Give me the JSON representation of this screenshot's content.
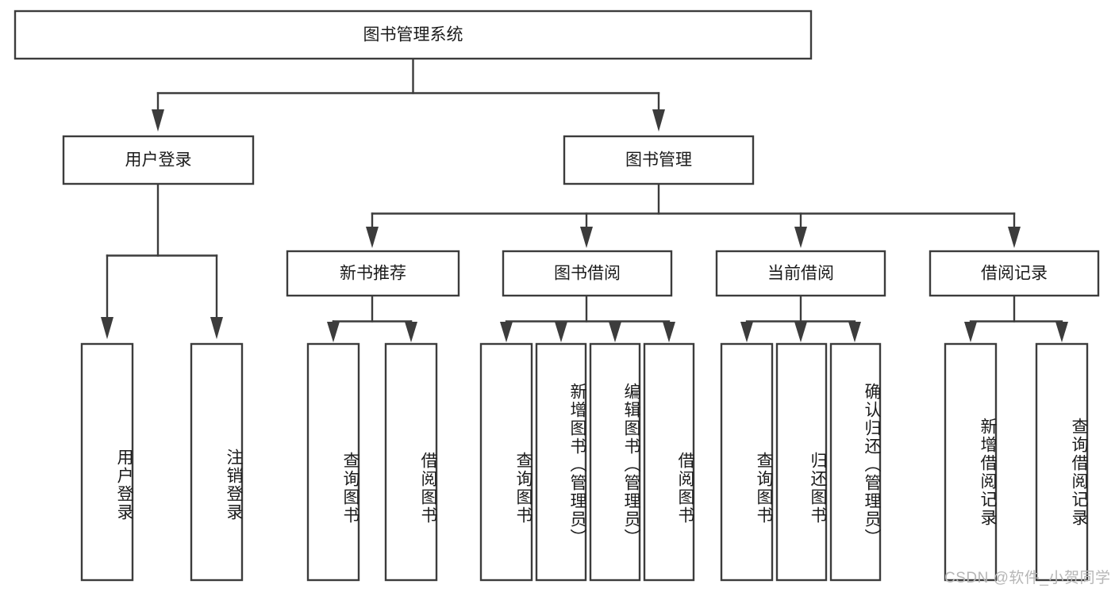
{
  "diagram": {
    "type": "tree-hierarchy",
    "title": "图书管理系统",
    "watermark": "CSDN @软件_小贺同学",
    "colors": {
      "box_stroke": "#3c3c3c",
      "box_fill": "#ffffff",
      "text": "#1b1b1b",
      "connector": "#3c3c3c",
      "watermark": "#b6b6b6",
      "background": "#ffffff"
    },
    "levels": {
      "root": {
        "label": "图书管理系统",
        "orientation": "horizontal"
      },
      "level2": [
        {
          "id": "user-login",
          "label": "用户登录",
          "orientation": "horizontal"
        },
        {
          "id": "book-manage",
          "label": "图书管理",
          "orientation": "horizontal"
        }
      ],
      "level3": [
        {
          "id": "new-book-recommend",
          "label": "新书推荐",
          "orientation": "horizontal",
          "parent": "book-manage"
        },
        {
          "id": "book-borrow",
          "label": "图书借阅",
          "orientation": "horizontal",
          "parent": "book-manage"
        },
        {
          "id": "current-borrow",
          "label": "当前借阅",
          "orientation": "horizontal",
          "parent": "book-manage"
        },
        {
          "id": "borrow-record",
          "label": "借阅记录",
          "orientation": "horizontal",
          "parent": "book-manage"
        }
      ],
      "leaves": [
        {
          "id": "leaf-user-login",
          "label": "用户登录",
          "orientation": "vertical",
          "parent": "user-login"
        },
        {
          "id": "leaf-logout-login",
          "label": "注销登录",
          "orientation": "vertical",
          "parent": "user-login"
        },
        {
          "id": "leaf-query-book-1",
          "label": "查询图书",
          "orientation": "vertical",
          "parent": "new-book-recommend"
        },
        {
          "id": "leaf-borrow-book-1",
          "label": "借阅图书",
          "orientation": "vertical",
          "parent": "new-book-recommend"
        },
        {
          "id": "leaf-query-book-2",
          "label": "查询图书",
          "orientation": "vertical",
          "parent": "book-borrow"
        },
        {
          "id": "leaf-add-book-admin",
          "label": "新增图书（管理员）",
          "orientation": "vertical",
          "parent": "book-borrow"
        },
        {
          "id": "leaf-edit-book-admin",
          "label": "编辑图书（管理员）",
          "orientation": "vertical",
          "parent": "book-borrow"
        },
        {
          "id": "leaf-borrow-book-2",
          "label": "借阅图书",
          "orientation": "vertical",
          "parent": "book-borrow"
        },
        {
          "id": "leaf-query-book-3",
          "label": "查询图书",
          "orientation": "vertical",
          "parent": "current-borrow"
        },
        {
          "id": "leaf-return-book",
          "label": "归还图书",
          "orientation": "vertical",
          "parent": "current-borrow"
        },
        {
          "id": "leaf-confirm-return-admin",
          "label": "确认归还（管理员）",
          "orientation": "vertical",
          "parent": "current-borrow"
        },
        {
          "id": "leaf-add-borrow-record",
          "label": "新增借阅记录",
          "orientation": "vertical",
          "parent": "borrow-record"
        },
        {
          "id": "leaf-query-borrow-record",
          "label": "查询借阅记录",
          "orientation": "vertical",
          "parent": "borrow-record"
        }
      ]
    }
  }
}
